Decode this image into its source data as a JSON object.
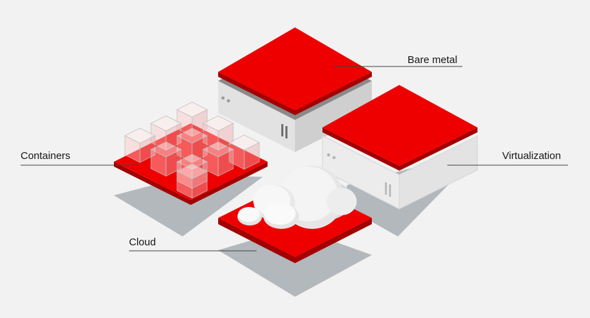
{
  "labels": {
    "bare_metal": "Bare metal",
    "virtualization": "Virtualization",
    "containers": "Containers",
    "cloud": "Cloud"
  },
  "colors": {
    "background": "#f2f2f2",
    "accent_red": "#ee0000",
    "dark_red": "#a30000",
    "shadow_gray": "#b3b8bd",
    "server_white": "#e8e8e8",
    "leader_line": "#444444"
  }
}
